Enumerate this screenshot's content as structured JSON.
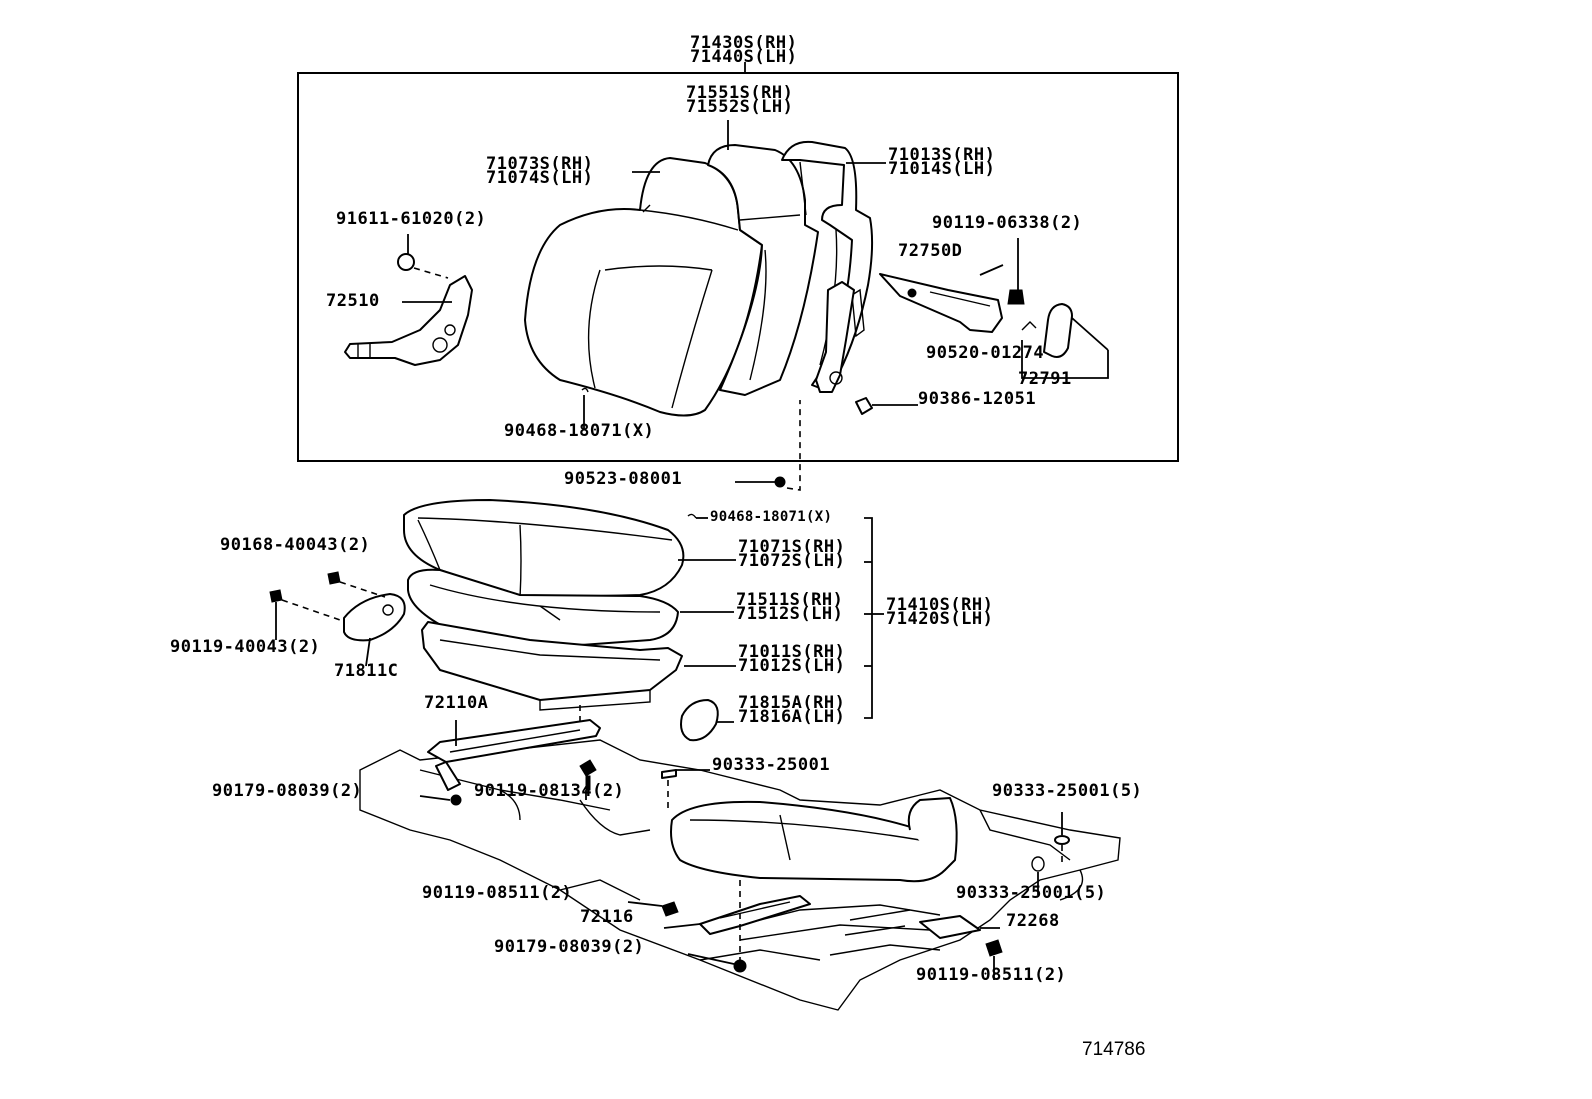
{
  "diagram_id": "714786",
  "callouts": {
    "seatback_assy_rh": "71430S(RH)",
    "seatback_assy_lh": "71440S(LH)",
    "back_pad_rh": "71551S(RH)",
    "back_pad_lh": "71552S(LH)",
    "back_cover_rh": "71073S(RH)",
    "back_cover_lh": "71074S(LH)",
    "back_frame_rh": "71013S(RH)",
    "back_frame_lh": "71014S(LH)",
    "nut_91611": "91611-61020(2)",
    "bolt_90119_06338": "90119-06338(2)",
    "recliner_72750D": "72750D",
    "recliner_cover_72510": "72510",
    "pin_90520": "90520-01274",
    "handle_72791": "72791",
    "clip_90386": "90386-12051",
    "hog_ring_back": "90468-18071(X)",
    "clip_90523": "90523-08001",
    "hog_ring_cushion": "90468-18071(X)",
    "cushion_cover_rh": "71071S(RH)",
    "cushion_cover_lh": "71072S(LH)",
    "cushion_pad_rh": "71511S(RH)",
    "cushion_pad_lh": "71512S(LH)",
    "cushion_frame_rh": "71011S(RH)",
    "cushion_frame_lh": "71012S(LH)",
    "shield_rh": "71815A(RH)",
    "shield_lh": "71816A(LH)",
    "cushion_assy_rh": "71410S(RH)",
    "cushion_assy_lh": "71420S(LH)",
    "screw_90168": "90168-40043(2)",
    "screw_90119_40043": "90119-40043(2)",
    "knob_71811C": "71811C",
    "adjuster_72110A": "72110A",
    "nut_90179_upper": "90179-08039(2)",
    "bolt_90119_08134": "90119-08134(2)",
    "cushion_90333_single": "90333-25001",
    "cushion_90333_top": "90333-25001(5)",
    "cushion_90333_bottom": "90333-25001(5)",
    "bolt_90119_08511_left": "90119-08511(2)",
    "adjuster_72116": "72116",
    "nut_90179_lower": "90179-08039(2)",
    "adjuster_72268": "72268",
    "bolt_90119_08511_right": "90119-08511(2)"
  }
}
